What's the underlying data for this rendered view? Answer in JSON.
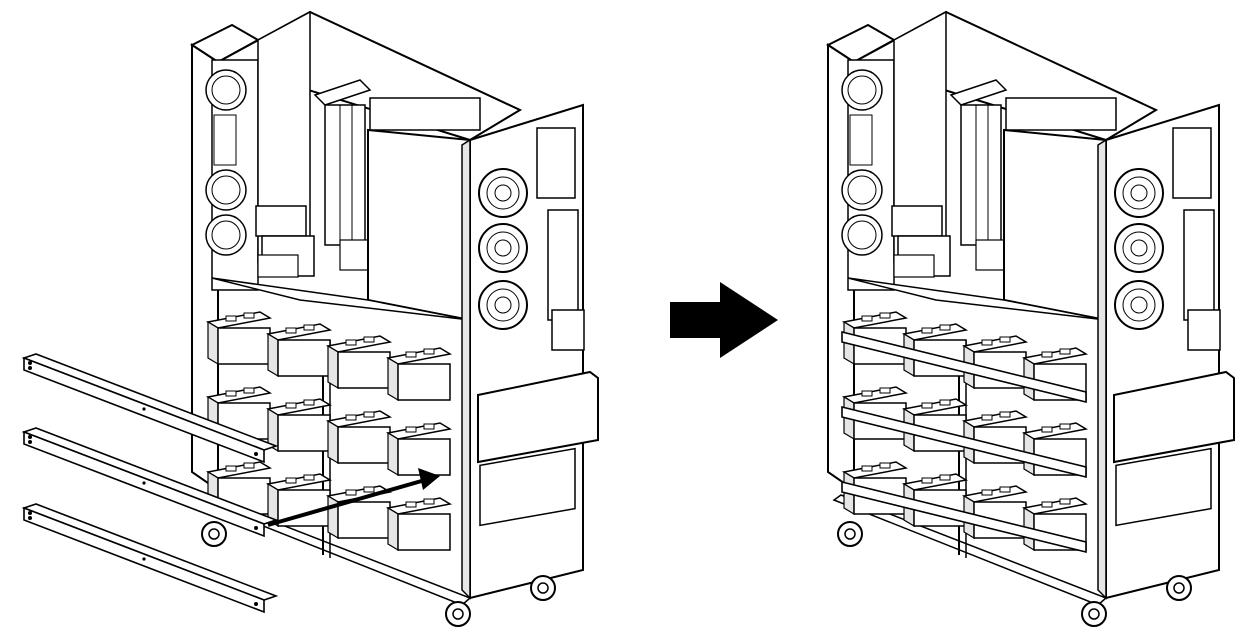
{
  "figure": {
    "panels": [
      {
        "state": "before",
        "battery_rows": 3,
        "batteries_per_row": 4,
        "loose_brackets": 3
      },
      {
        "state": "after",
        "battery_rows": 3,
        "batteries_per_row": 4,
        "loose_brackets": 0
      }
    ],
    "step_arrow_icon": "right-arrow-icon",
    "insert_arrow_icon": "diagonal-arrow-icon",
    "colors": {
      "line": "#000000",
      "fill": "#ffffff",
      "shade": "#e6e6e6"
    }
  }
}
